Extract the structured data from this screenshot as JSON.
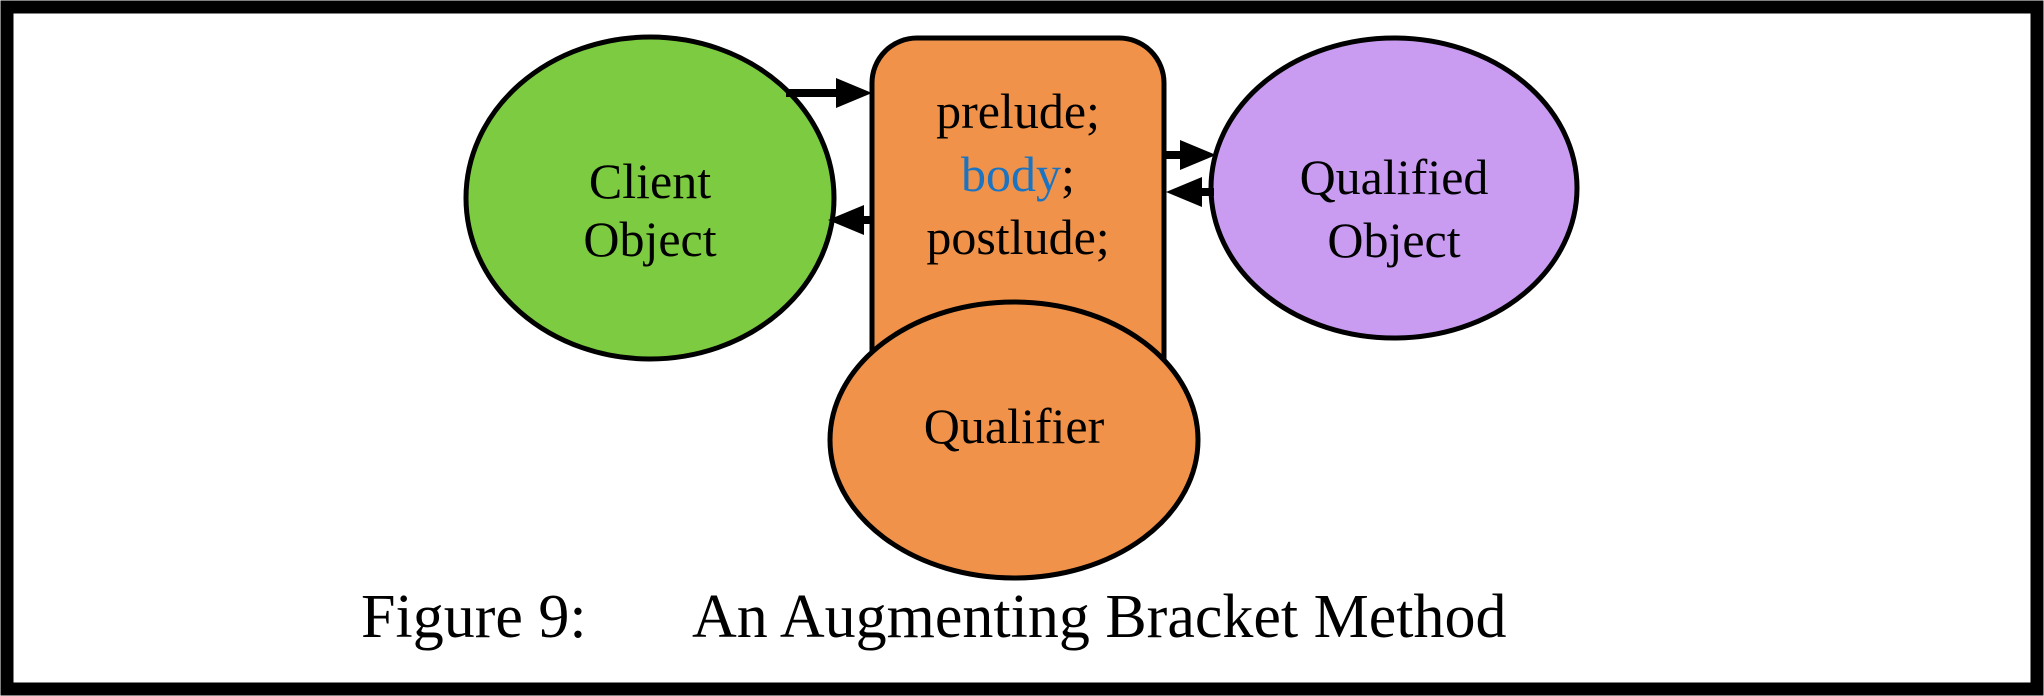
{
  "figure": {
    "caption_label": "Figure 9:",
    "caption_title": "An Augmenting Bracket Method"
  },
  "colors": {
    "client_fill": "#7DCB40",
    "qualified_fill": "#C99CF2",
    "qualifier_fill": "#F0924A",
    "bracket_fill": "#F0924A",
    "body_text": "#1B74C2",
    "outline": "#000000",
    "background": "#FFFFFF"
  },
  "nodes": {
    "client": {
      "line1": "Client",
      "line2": "Object"
    },
    "qualified": {
      "line1": "Qualified",
      "line2": "Object"
    },
    "qualifier": {
      "label": "Qualifier"
    }
  },
  "bracket": {
    "prelude": "prelude;",
    "body": "body",
    "body_suffix": ";",
    "postlude": "postlude;"
  }
}
